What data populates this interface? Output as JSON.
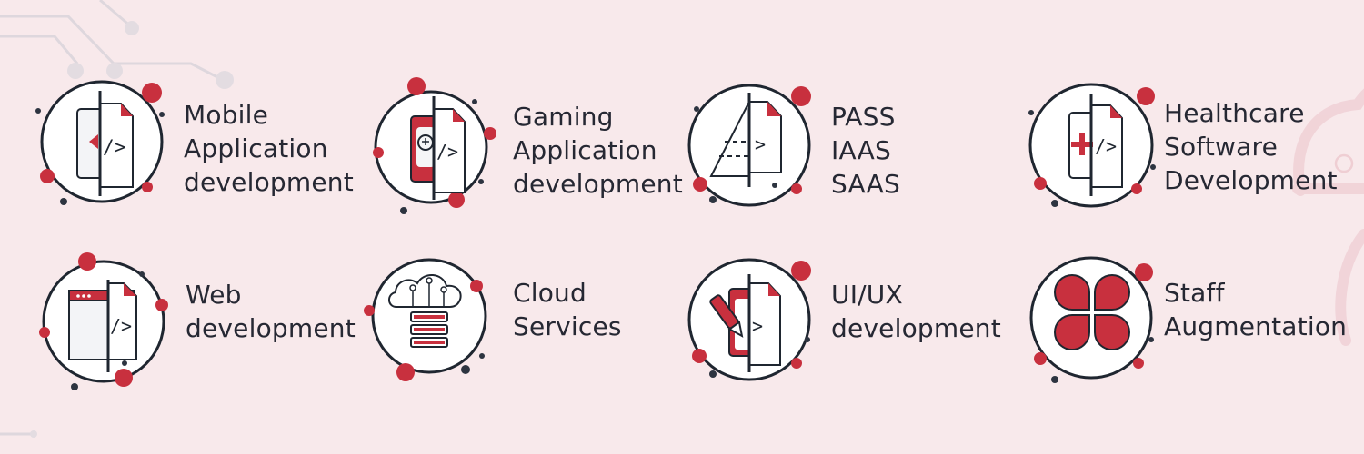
{
  "colors": {
    "background": "#f8e9eb",
    "accent": "#c8303e",
    "dark": "#2d3440",
    "outline": "#1f2630"
  },
  "services": [
    {
      "icon": "mobile-code-icon",
      "lines": [
        "Mobile",
        "Application",
        "development"
      ]
    },
    {
      "icon": "gaming-code-icon",
      "lines": [
        "Gaming",
        "Application",
        "development"
      ]
    },
    {
      "icon": "cloud-platform-icon",
      "lines": [
        "PASS",
        "IAAS",
        "SAAS"
      ]
    },
    {
      "icon": "healthcare-code-icon",
      "lines": [
        "Healthcare",
        "Software",
        "Development"
      ]
    },
    {
      "icon": "web-code-icon",
      "lines": [
        "Web",
        "development"
      ]
    },
    {
      "icon": "cloud-services-icon",
      "lines": [
        "Cloud",
        "Services"
      ]
    },
    {
      "icon": "design-tool-icon",
      "lines": [
        "UI/UX",
        "development"
      ]
    },
    {
      "icon": "staff-augmentation-icon",
      "lines": [
        "Staff",
        "Augmentation"
      ]
    }
  ]
}
